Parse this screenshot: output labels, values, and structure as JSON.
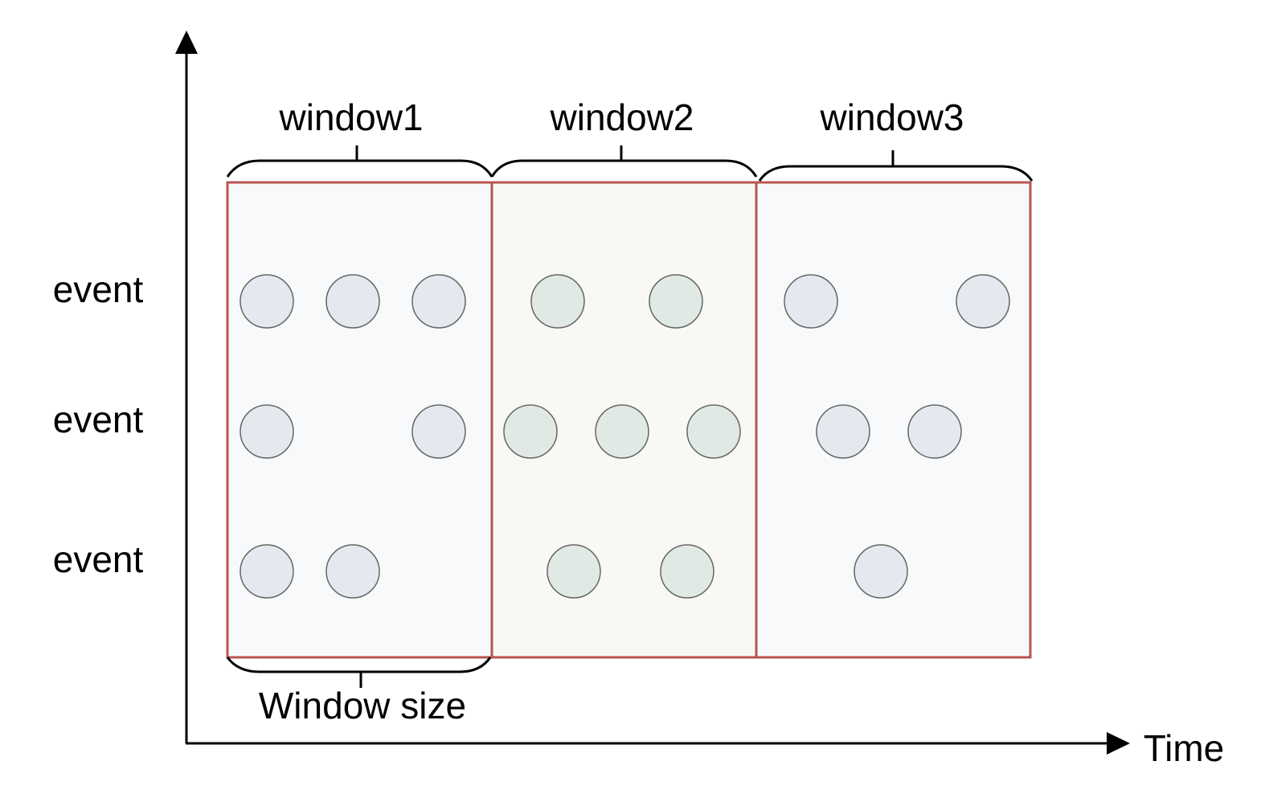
{
  "diagram": {
    "time_axis_label": "Time",
    "window_size_label": "Window size",
    "windows": [
      {
        "label": "window1",
        "fill": "#f8f9fb"
      },
      {
        "label": "window2",
        "fill": "#f8f9f5"
      },
      {
        "label": "window3",
        "fill": "#f8f9fb"
      }
    ],
    "rows": [
      {
        "label": "event"
      },
      {
        "label": "event"
      },
      {
        "label": "event"
      }
    ],
    "colors": {
      "window_border": "#b85450",
      "bracket": "#000000",
      "axis": "#000000",
      "event_fill_window1": "#e3e9ee",
      "event_fill_window2": "#e1e9e5",
      "event_fill_window3": "#e3e9ee",
      "event_stroke": "#666666"
    }
  }
}
